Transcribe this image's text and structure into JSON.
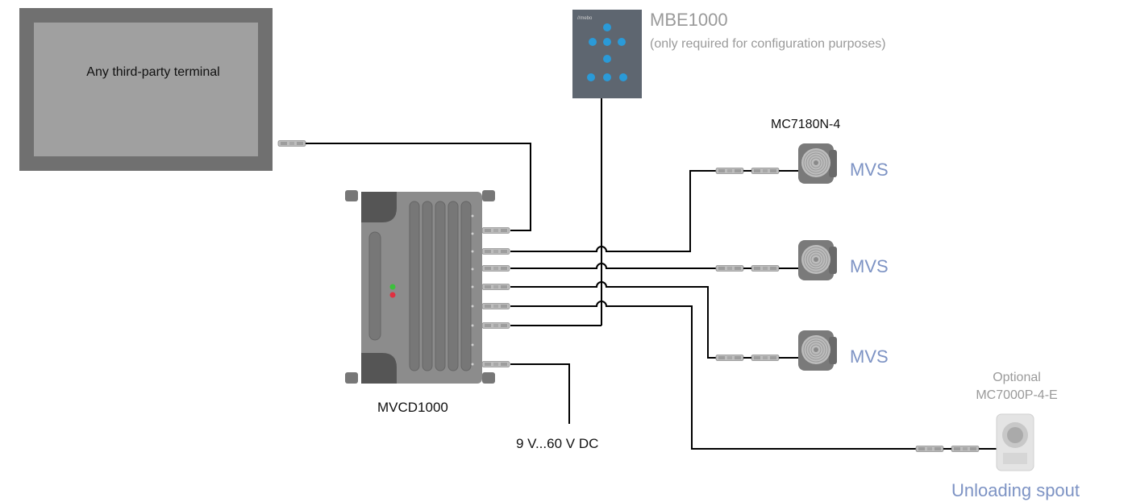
{
  "terminal": {
    "label": "Any third-party terminal"
  },
  "mbe": {
    "title": "MBE1000",
    "note": "(only required for configuration purposes)"
  },
  "camera_model": {
    "label": "MC7180N-4"
  },
  "cameras": [
    {
      "label": "MVS"
    },
    {
      "label": "MVS"
    },
    {
      "label": "MVS"
    }
  ],
  "optional": {
    "line1": "Optional",
    "line2": "MC7000P-4-E",
    "label": "Unloading spout"
  },
  "controller": {
    "label": "MVCD1000"
  },
  "power": {
    "label": "9 V...60 V DC"
  },
  "colors": {
    "accent_text": "#7d93c4",
    "muted_text": "#9a9a9a",
    "keypad_buttons": "#2a9ad8",
    "led_green": "#3cc03c",
    "led_red": "#e03040"
  }
}
